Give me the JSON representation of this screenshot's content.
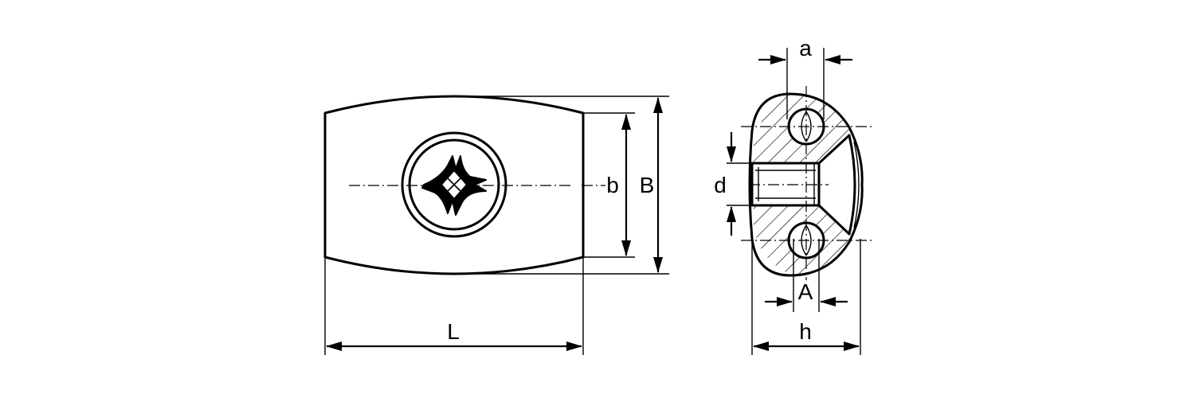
{
  "diagram": {
    "labels": {
      "L": "L",
      "b": "b",
      "B": "B",
      "a": "a",
      "d": "d",
      "A": "A",
      "h": "h"
    }
  }
}
